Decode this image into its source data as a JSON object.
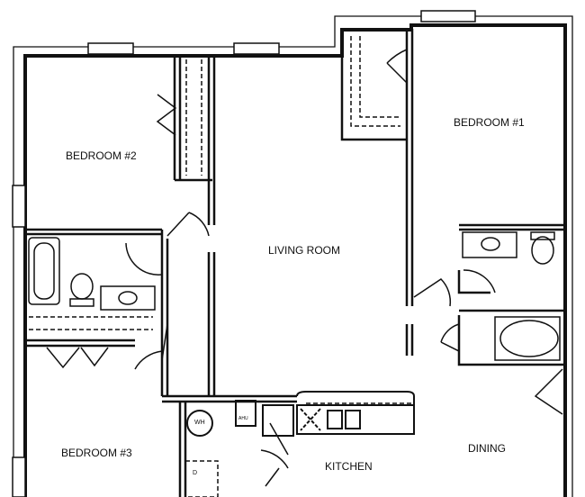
{
  "rooms": {
    "bedroom2": "BEDROOM #2",
    "living": "LIVING ROOM",
    "bedroom1": "BEDROOM #1",
    "bedroom3": "BEDROOM #3",
    "kitchen": "KITCHEN",
    "dining": "DINING"
  },
  "fixtures": {
    "water_heater": "WH",
    "ahu": "AHU",
    "dryer": "D"
  },
  "colors": {
    "wall": "#111111",
    "background": "#ffffff"
  }
}
